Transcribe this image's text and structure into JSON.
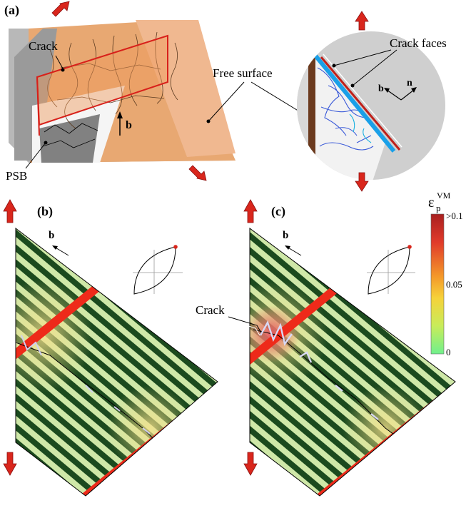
{
  "panels": {
    "a": {
      "label": "(a)",
      "crack": "Crack",
      "psb": "PSB",
      "free_surface": "Free surface",
      "b_vector": "b",
      "crack_faces": "Crack faces",
      "b_vector_inset": "b",
      "n_vector": "n"
    },
    "b": {
      "label": "(b)",
      "b_vector": "b"
    },
    "c": {
      "label": "(c)",
      "b_vector": "b",
      "crack": "Crack"
    }
  },
  "colorbar": {
    "title_main": "ε",
    "title_sub": "p",
    "title_sup": "VM",
    "ticks": [
      ">0.1",
      "0.05",
      "0"
    ],
    "colors": [
      "#c0392b",
      "#f4d03f",
      "#7cf08a"
    ]
  },
  "colors": {
    "arrow": "#d9261c",
    "stripe_dark": "#1b4a1e",
    "stripe_light": "#cfe8a8",
    "band": "#ee2a1a"
  }
}
